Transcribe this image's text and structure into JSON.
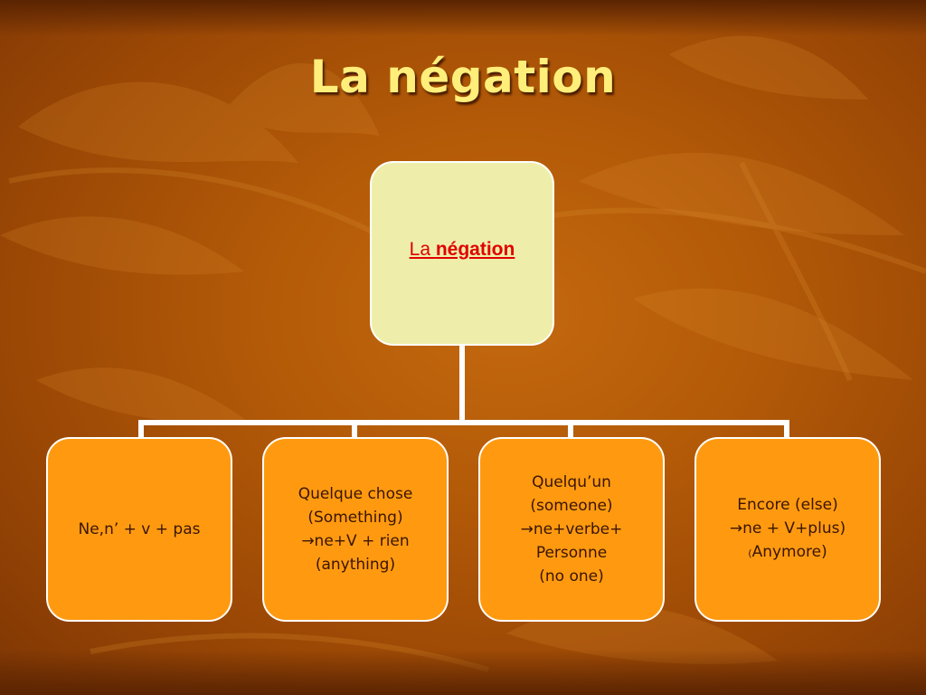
{
  "title": "La négation",
  "root": {
    "label_part1": "La ",
    "label_part2": "négation"
  },
  "children": [
    {
      "lines": [
        "Ne,n’ + v + pas"
      ]
    },
    {
      "lines": [
        "Quelque chose",
        "(Something)",
        "→ne+V + rien",
        "(anything)"
      ]
    },
    {
      "lines": [
        "Quelqu’un",
        "(someone)",
        "→ne+verbe+",
        "Personne",
        "(no one)"
      ]
    },
    {
      "lines": [
        "Encore (else)",
        "→ne + V+plus)"
      ],
      "last_prefix": "(",
      "last_rest": "Anymore)"
    }
  ],
  "colors": {
    "background": "#b35a08",
    "title": "#ffef7a",
    "root_fill": "#eeeeaa",
    "root_text": "#e00000",
    "child_fill": "#ff9a10",
    "connector": "#ffffff"
  }
}
